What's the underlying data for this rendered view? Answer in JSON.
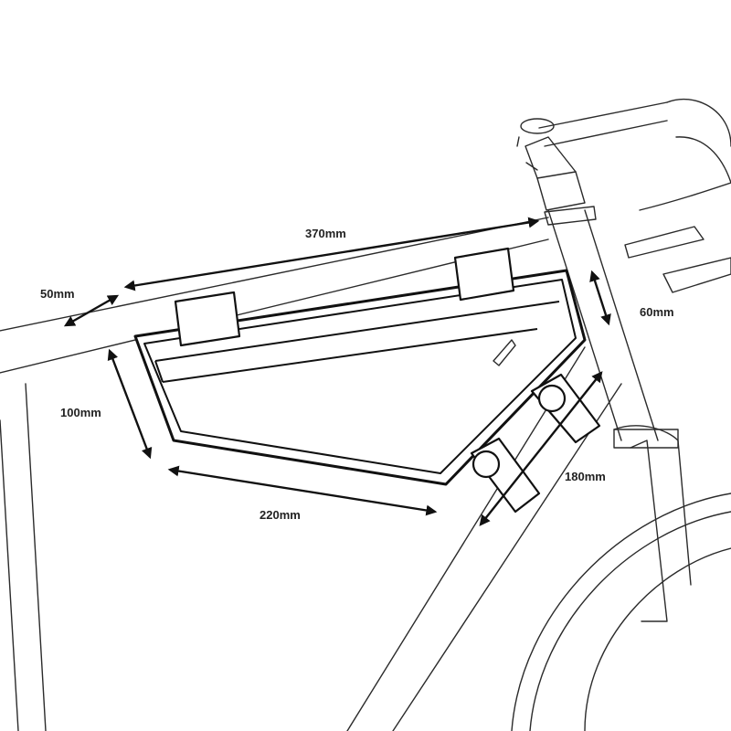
{
  "diagram": {
    "dimensions": {
      "top_tube_length": "370mm",
      "strap_width": "50mm",
      "head_height": "60mm",
      "rear_height": "100mm",
      "bottom_length": "220mm",
      "down_tube_length": "180mm"
    }
  }
}
